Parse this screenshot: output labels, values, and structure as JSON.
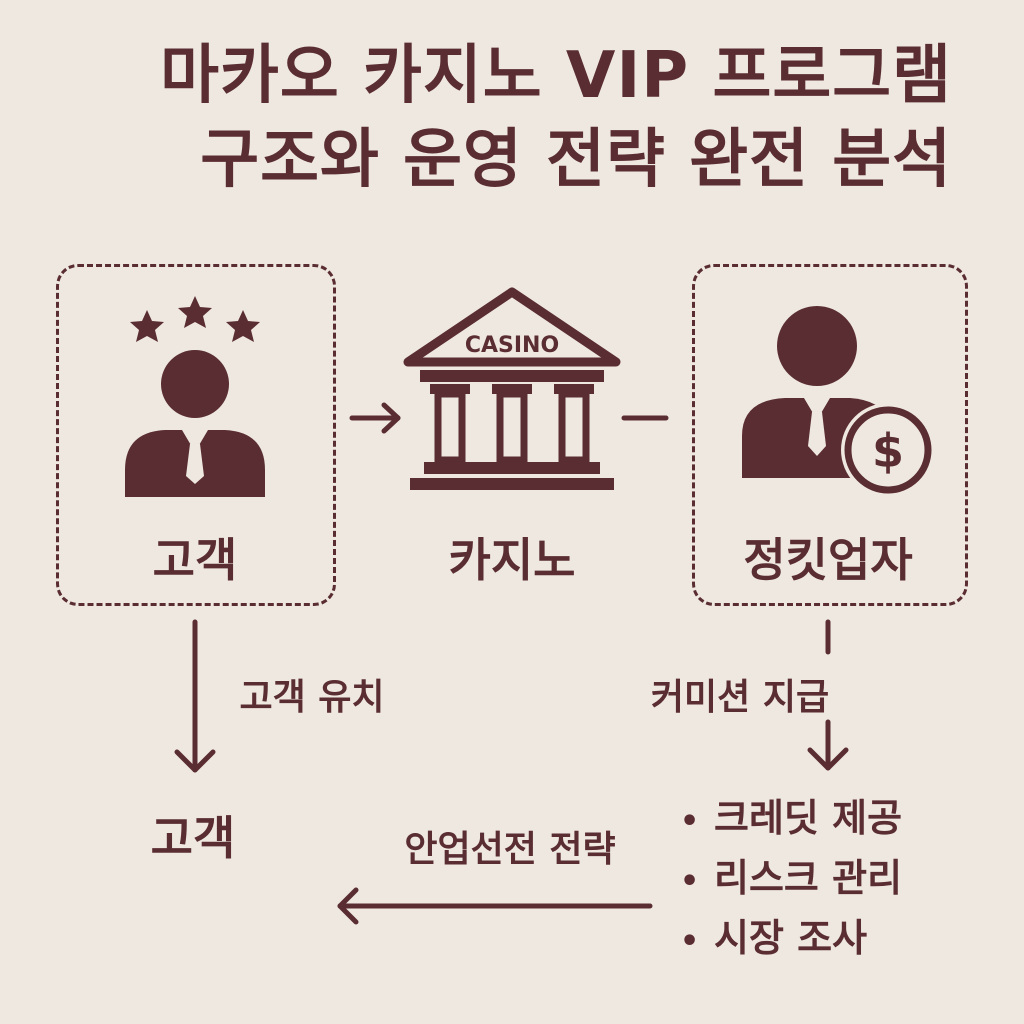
{
  "title": {
    "line1": "마카오 카지노 VIP 프로그램",
    "line2": "구조와 운영 전략 완전 분석"
  },
  "nodes": {
    "customer": "고객",
    "casino": "카지노",
    "casino_sign": "CASINO",
    "agent": "정킷업자",
    "customer_bottom": "고객"
  },
  "edges": {
    "recruit": "고객 유치",
    "commission": "커미션 지급",
    "strategy": "안업선전 전략"
  },
  "services": [
    "크레딧 제공",
    "리스크 관리",
    "시장 조사"
  ],
  "bullet_symbol": "•",
  "icons": {
    "customer": "vip-person-icon",
    "stars": "star-icon",
    "casino": "casino-building-icon",
    "agent": "businessman-icon",
    "money": "dollar-coin-icon"
  },
  "colors": {
    "background": "#efe8e1",
    "ink": "#5a2d33"
  }
}
